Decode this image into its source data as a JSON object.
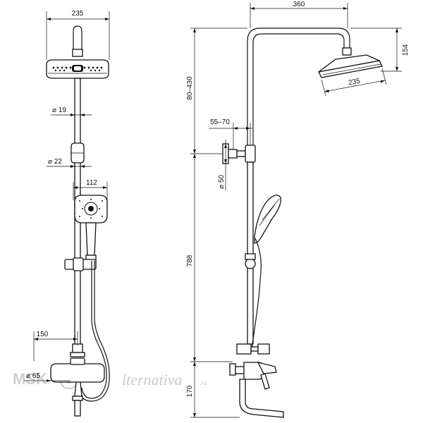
{
  "dimensions": {
    "front_head_width": "235",
    "front_pipe_diameter": "19",
    "front_bar_diameter": "22",
    "front_handshower_width": "112",
    "front_spout_offset": "150",
    "front_mixer_diameter": "65",
    "side_arm_reach": "360",
    "side_head_height": "154",
    "side_head_width": "235",
    "side_top_range": "80–430",
    "side_wall_offset": "55–70",
    "side_bracket_diameter": "50",
    "side_bar_height": "788",
    "side_bottom_height": "170"
  },
  "watermark": {
    "brand_prefix": "MSK",
    "brand_script": "lternativa",
    "brand_suffix": ".ru"
  },
  "colors": {
    "line": "#111111",
    "watermark": "#c9c9c9"
  }
}
